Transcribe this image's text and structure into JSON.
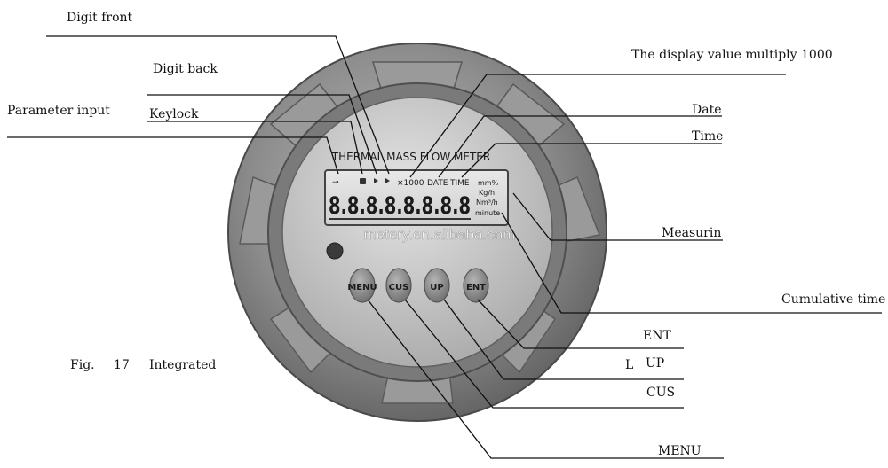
{
  "labels": {
    "digit_front": "Digit front",
    "digit_back": "Digit back",
    "parameter_input": "Parameter input",
    "keylock": "Keylock",
    "multiply_1000": "The display value multiply 1000",
    "date": "Date",
    "time": "Time",
    "measuring": "Measurin",
    "cumulative_time": "Cumulative time",
    "ent": "ENT",
    "l": "L",
    "up": "UP",
    "cus": "CUS",
    "menu": "MENU"
  },
  "caption": {
    "fig": "Fig.",
    "number": "17",
    "text": "Integrated"
  },
  "device": {
    "meter_title": "THERMAL MASS FLOW METER",
    "lcd_indicators": {
      "multiply": "×1000",
      "date": "DATE",
      "time": "TIME"
    },
    "lcd_digits": "8.8.8.8.8.8.8.8",
    "units": [
      "mm%",
      "Kg/h",
      "Nm³/h",
      "minute"
    ],
    "watermark": "metery.en.alibaba.com",
    "buttons": [
      "MENU",
      "CUS",
      "UP",
      "ENT"
    ]
  },
  "colors": {
    "housing": "#8c8c8c",
    "faceplate": "#c9c9c9",
    "lcd": "#dcdcdc",
    "button": "#8f8f8f"
  }
}
